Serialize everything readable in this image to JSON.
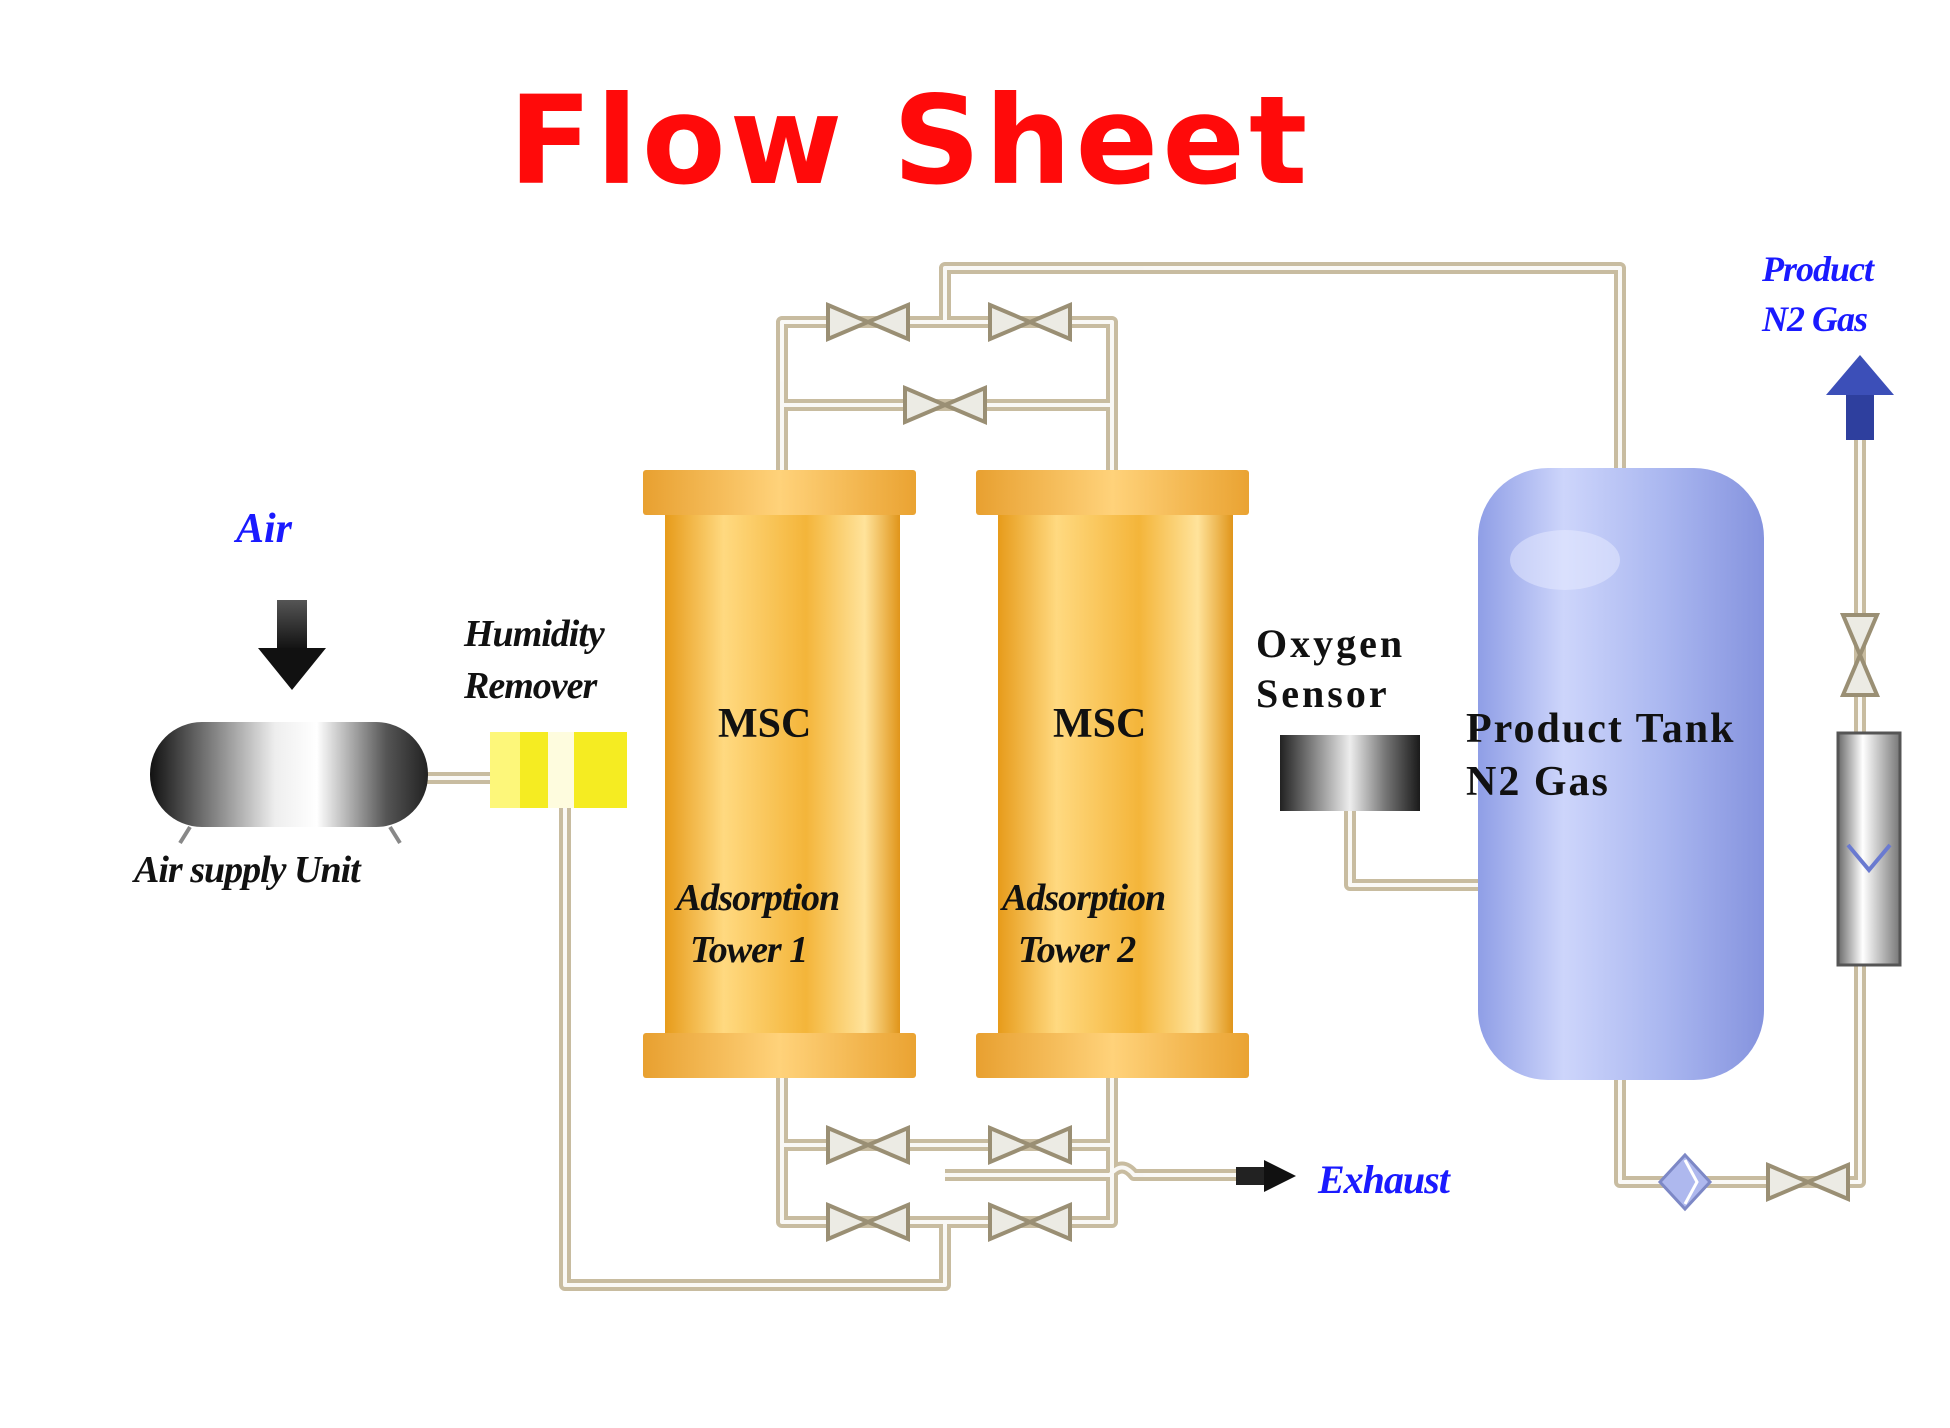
{
  "title": "Flow Sheet",
  "labels": {
    "air": "Air",
    "air_supply_unit": "Air supply Unit",
    "humidity_remover_line1": "Humidity",
    "humidity_remover_line2": "Remover",
    "tower1_msc": "MSC",
    "tower1_line1": "Adsorption",
    "tower1_line2": "Tower 1",
    "tower2_msc": "MSC",
    "tower2_line1": "Adsorption",
    "tower2_line2": "Tower 2",
    "oxygen_sensor_line1": "Oxygen",
    "oxygen_sensor_line2": "Sensor",
    "product_tank_line1": "Product Tank",
    "product_tank_line2": "N2 Gas",
    "exhaust": "Exhaust",
    "product_out_line1": "Product",
    "product_out_line2": "N2 Gas"
  },
  "colors": {
    "title": "#ff0a0a",
    "label_blue": "#1a1aff",
    "pipe": "#c9bda2",
    "tower_gold": "#f3b63c",
    "tank_lavender": "#a9b6ee",
    "humidity_yellow": "#f2ea22",
    "arrow_blue": "#2e3f9e"
  }
}
